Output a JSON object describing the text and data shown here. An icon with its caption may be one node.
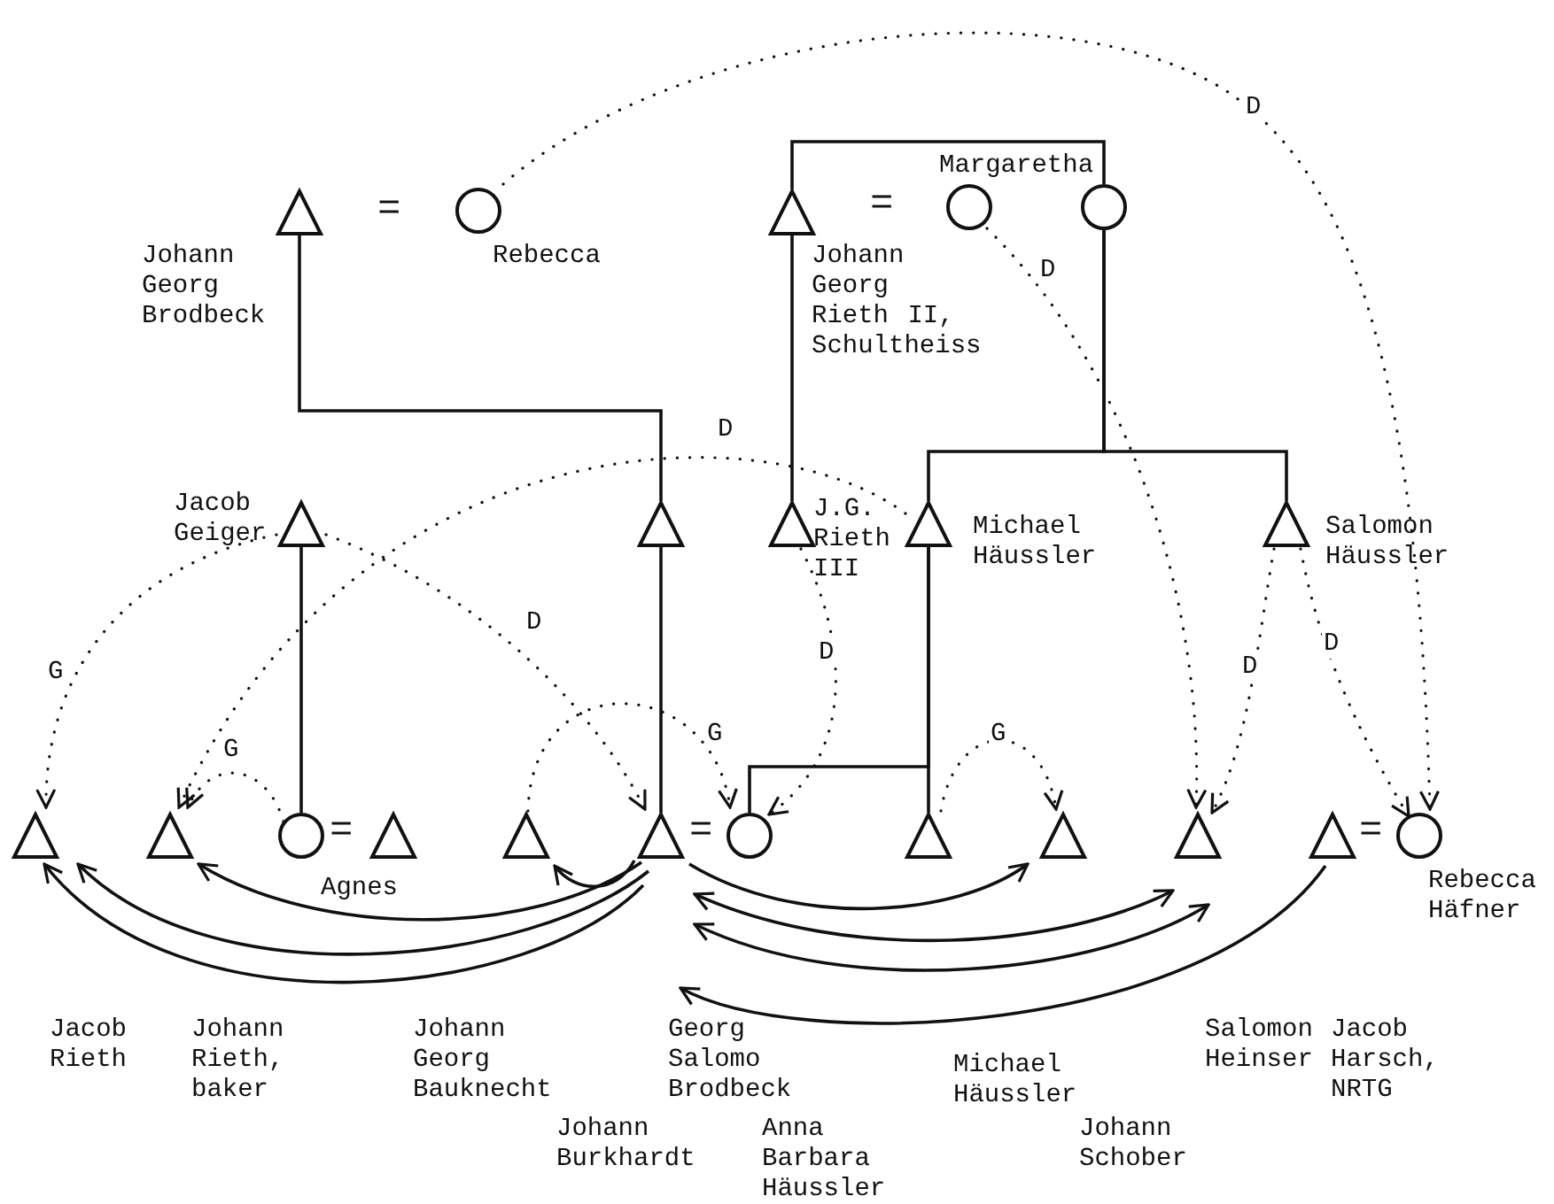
{
  "diagram": {
    "nodes": [
      {
        "text": [],
        "shape": "triangle",
        "beside": [
          "Johann Georg Brodbeck"
        ]
      },
      {
        "text": [],
        "shape": "circle",
        "beside": [
          "Rebecca"
        ]
      },
      {
        "text": [],
        "shape": "triangle",
        "beside": [
          "Johann Georg Rieth II, Schultheiss"
        ]
      },
      {
        "text": [],
        "shape": "circle"
      },
      {
        "text": [],
        "shape": "circle"
      },
      {
        "text": [],
        "shape": "triangle",
        "beside": [
          "Jacob Geiger"
        ]
      },
      {
        "text": [],
        "shape": "triangle"
      },
      {
        "text": [],
        "shape": "triangle",
        "beside": [
          "J.G. Rieth III"
        ]
      },
      {
        "text": [],
        "shape": "triangle",
        "beside": [
          "Michael Häussler"
        ]
      },
      {
        "text": [],
        "shape": "triangle",
        "beside": [
          "Salomon Häussler"
        ]
      },
      {
        "text": [],
        "shape": "triangle"
      },
      {
        "text": [],
        "shape": "triangle"
      },
      {
        "text": [],
        "shape": "circle",
        "beside": [
          "Agnes"
        ]
      },
      {
        "text": [],
        "shape": "triangle"
      },
      {
        "text": [],
        "shape": "triangle"
      },
      {
        "text": [],
        "shape": "triangle"
      },
      {
        "text": [],
        "shape": "circle"
      },
      {
        "text": [],
        "shape": "triangle"
      },
      {
        "text": [],
        "shape": "triangle"
      },
      {
        "text": [],
        "shape": "triangle"
      },
      {
        "text": [],
        "shape": "triangle"
      },
      {
        "text": [],
        "shape": "circle",
        "beside": [
          "Rebecca Häfner"
        ]
      },
      {
        "text": [
          "Georg Salomo Brodbeck"
        ]
      }
    ],
    "edges": [
      {
        "from": 0,
        "to": 6,
        "arrow": "none"
      },
      {
        "from": 6,
        "to": 15,
        "arrow": "none"
      },
      {
        "from": 5,
        "to": 12,
        "arrow": "none"
      },
      {
        "from": 2,
        "to": 7,
        "arrow": "none"
      },
      {
        "from": 2,
        "to": 4,
        "arrow": "none"
      },
      {
        "from": 4,
        "to": 8,
        "arrow": "none"
      },
      {
        "from": 4,
        "to": 9,
        "arrow": "none"
      },
      {
        "from": 8,
        "to": 16,
        "arrow": "none"
      },
      {
        "from": 8,
        "to": 17,
        "arrow": "none"
      },
      {
        "from": 1,
        "to": 21,
        "arrow": "to",
        "label": "D",
        "style": "dashed"
      },
      {
        "from": 3,
        "to": 19,
        "arrow": "to",
        "label": "D",
        "style": "dashed"
      },
      {
        "from": 8,
        "to": 11,
        "arrow": "to",
        "label": "D",
        "style": "dashed"
      },
      {
        "from": 5,
        "to": 10,
        "arrow": "to",
        "label": "G",
        "style": "dashed"
      },
      {
        "from": 12,
        "to": 11,
        "arrow": "to",
        "label": "G",
        "style": "dashed"
      },
      {
        "from": 5,
        "to": 15,
        "arrow": "to",
        "label": "D",
        "style": "dashed"
      },
      {
        "from": 14,
        "to": 16,
        "arrow": "to",
        "label": "G",
        "style": "dashed"
      },
      {
        "from": 7,
        "to": 16,
        "arrow": "to",
        "label": "D",
        "style": "dashed"
      },
      {
        "from": 17,
        "to": 18,
        "arrow": "to",
        "label": "G",
        "style": "dashed"
      },
      {
        "from": 9,
        "to": 19,
        "arrow": "to",
        "label": "D",
        "style": "dashed"
      },
      {
        "from": 9,
        "to": 21,
        "arrow": "to",
        "label": "D",
        "style": "dashed"
      },
      {
        "from": 15,
        "to": 10,
        "arrow": "to"
      },
      {
        "from": 15,
        "to": 10,
        "arrow": "to"
      },
      {
        "from": 15,
        "to": 11,
        "arrow": "to"
      },
      {
        "from": 15,
        "to": 14,
        "arrow": "to"
      },
      {
        "from": 15,
        "to": 18,
        "arrow": "to"
      },
      {
        "from": 15,
        "to": 19,
        "arrow": "both"
      },
      {
        "from": 15,
        "to": 19,
        "arrow": "both"
      },
      {
        "from": 20,
        "to": 22,
        "arrow": "to"
      }
    ],
    "labels": [
      "Margaretha",
      "=",
      "=",
      "=",
      "=",
      "=",
      "Jacob Rieth",
      "Johann Rieth, baker",
      "Johann Georg Bauknecht",
      "Salomon Heinser",
      "Jacob Harsch, NRTG",
      "Michael Häussler",
      "Johann Burkhardt",
      "Anna Barbara Häussler",
      "Johann Schober"
    ]
  }
}
